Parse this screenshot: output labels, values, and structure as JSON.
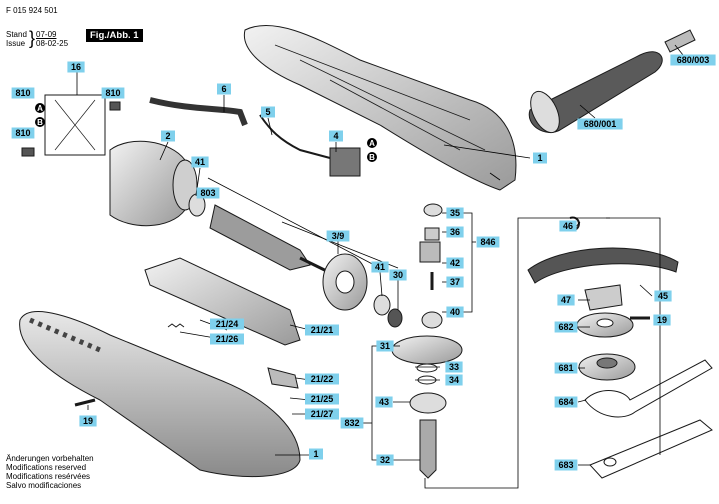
{
  "header": {
    "doc_number": "F 015 924 501",
    "stand_label": "Stand",
    "stand_value": "07-09",
    "issue_label": "Issue",
    "issue_value": "08-02-25",
    "figure_label": "Fig./Abb. 1"
  },
  "footer": {
    "lines": [
      "Änderungen vorbehalten",
      "Modifications reserved",
      "Modifications resérvées",
      "Salvo modificaciones"
    ]
  },
  "part_labels": {
    "p1a": "1",
    "p1b": "1",
    "p2": "2",
    "p3_9": "3/9",
    "p4": "4",
    "p5": "5",
    "p6": "6",
    "p16": "16",
    "p810a": "810",
    "p810b": "810",
    "p810c": "810",
    "p19a": "19",
    "p19b": "19",
    "p21_21": "21/21",
    "p21_22": "21/22",
    "p21_24": "21/24",
    "p21_25": "21/25",
    "p21_26": "21/26",
    "p21_27": "21/27",
    "p30": "30",
    "p31": "31",
    "p32": "32",
    "p33": "33",
    "p34": "34",
    "p35": "35",
    "p36": "36",
    "p37": "37",
    "p40": "40",
    "p41a": "41",
    "p41b": "41",
    "p42": "42",
    "p43": "43",
    "p45": "45",
    "p46": "46",
    "p47": "47",
    "p681": "681",
    "p682": "682",
    "p683": "683",
    "p684": "684",
    "p680_001": "680/001",
    "p680_003": "680/003",
    "p803": "803",
    "p832": "832",
    "p846": "846"
  },
  "markers": {
    "a": "A",
    "b": "B"
  },
  "colors": {
    "label_fill": "#7fd0ec",
    "line": "#000000",
    "ink": "#1a1a1a"
  }
}
